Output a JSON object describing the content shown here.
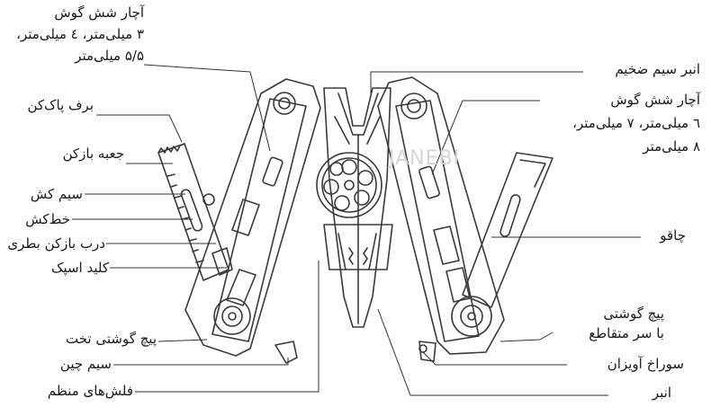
{
  "labels": {
    "hex_bits_small": [
      "آچار شش گوش",
      "۳ میلی‌متر، ٤ میلی‌متر،",
      "۵/۵ میلی‌متر"
    ],
    "snow_cleaner": "برف پاک‌کن",
    "box_opener": "جعبه بازکن",
    "wire_puller": "سیم کش",
    "scribe": "خط‌کش",
    "battery_opener": "درب بازکن بطری",
    "spoke_key": "کلید اسپک",
    "flat_screwdriver": "پیچ گوشتی تخت",
    "wire_cutter": "سیم چین",
    "regular_arrows": "فلش‌های منظم",
    "thick_wire_plier": "انبر سیم ضخیم",
    "hex_bits_large": [
      "آچار شش گوش",
      "٦ میلی‌متر، ۷ میلی‌متر،",
      "۸ میلی‌متر"
    ],
    "knife": "چاقو",
    "cross_screwdriver": [
      "پیچ گوشتی",
      "با سر متقاطع"
    ],
    "hanging_hole": "سوراخ آویزان",
    "pliers": "انبر"
  },
  "watermark": "JANEBI",
  "colors": {
    "line": "#333333",
    "tool_stroke": "#3a3a3a",
    "text": "#1a1a1a",
    "watermark": "#d6d6d6"
  }
}
